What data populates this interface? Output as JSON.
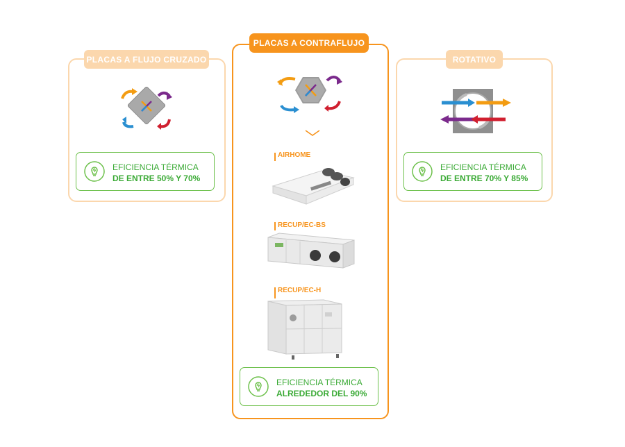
{
  "panels": {
    "cross": {
      "title": "PLACAS A FLUJO CRUZADO",
      "eff_line1": "EFICIENCIA TÉRMICA",
      "eff_line2": "DE ENTRE 50% Y 70%"
    },
    "counter": {
      "title": "PLACAS A CONTRAFLUJO",
      "eff_line1": "EFICIENCIA TÉRMICA",
      "eff_line2": "ALREDEDOR DEL 90%",
      "products": [
        "AIRHOME",
        "RECUP/EC-BS",
        "RECUP/EC-H"
      ]
    },
    "rotary": {
      "title": "ROTATIVO",
      "eff_line1": "EFICIENCIA TÉRMICA",
      "eff_line2": "DE ENTRE 70% Y 85%"
    }
  },
  "colors": {
    "accent": "#f7941d",
    "accent_light": "#fbd7ad",
    "green": "#3aaa35",
    "arrow_orange": "#f39c12",
    "arrow_purple": "#7b2a8c",
    "arrow_blue": "#2a8fd1",
    "arrow_red": "#d01f2f"
  },
  "icons": [
    "cross-flow-plate-icon",
    "counter-flow-plate-icon",
    "rotary-wheel-icon",
    "lightbulb-icon",
    "chevron-down-icon"
  ]
}
